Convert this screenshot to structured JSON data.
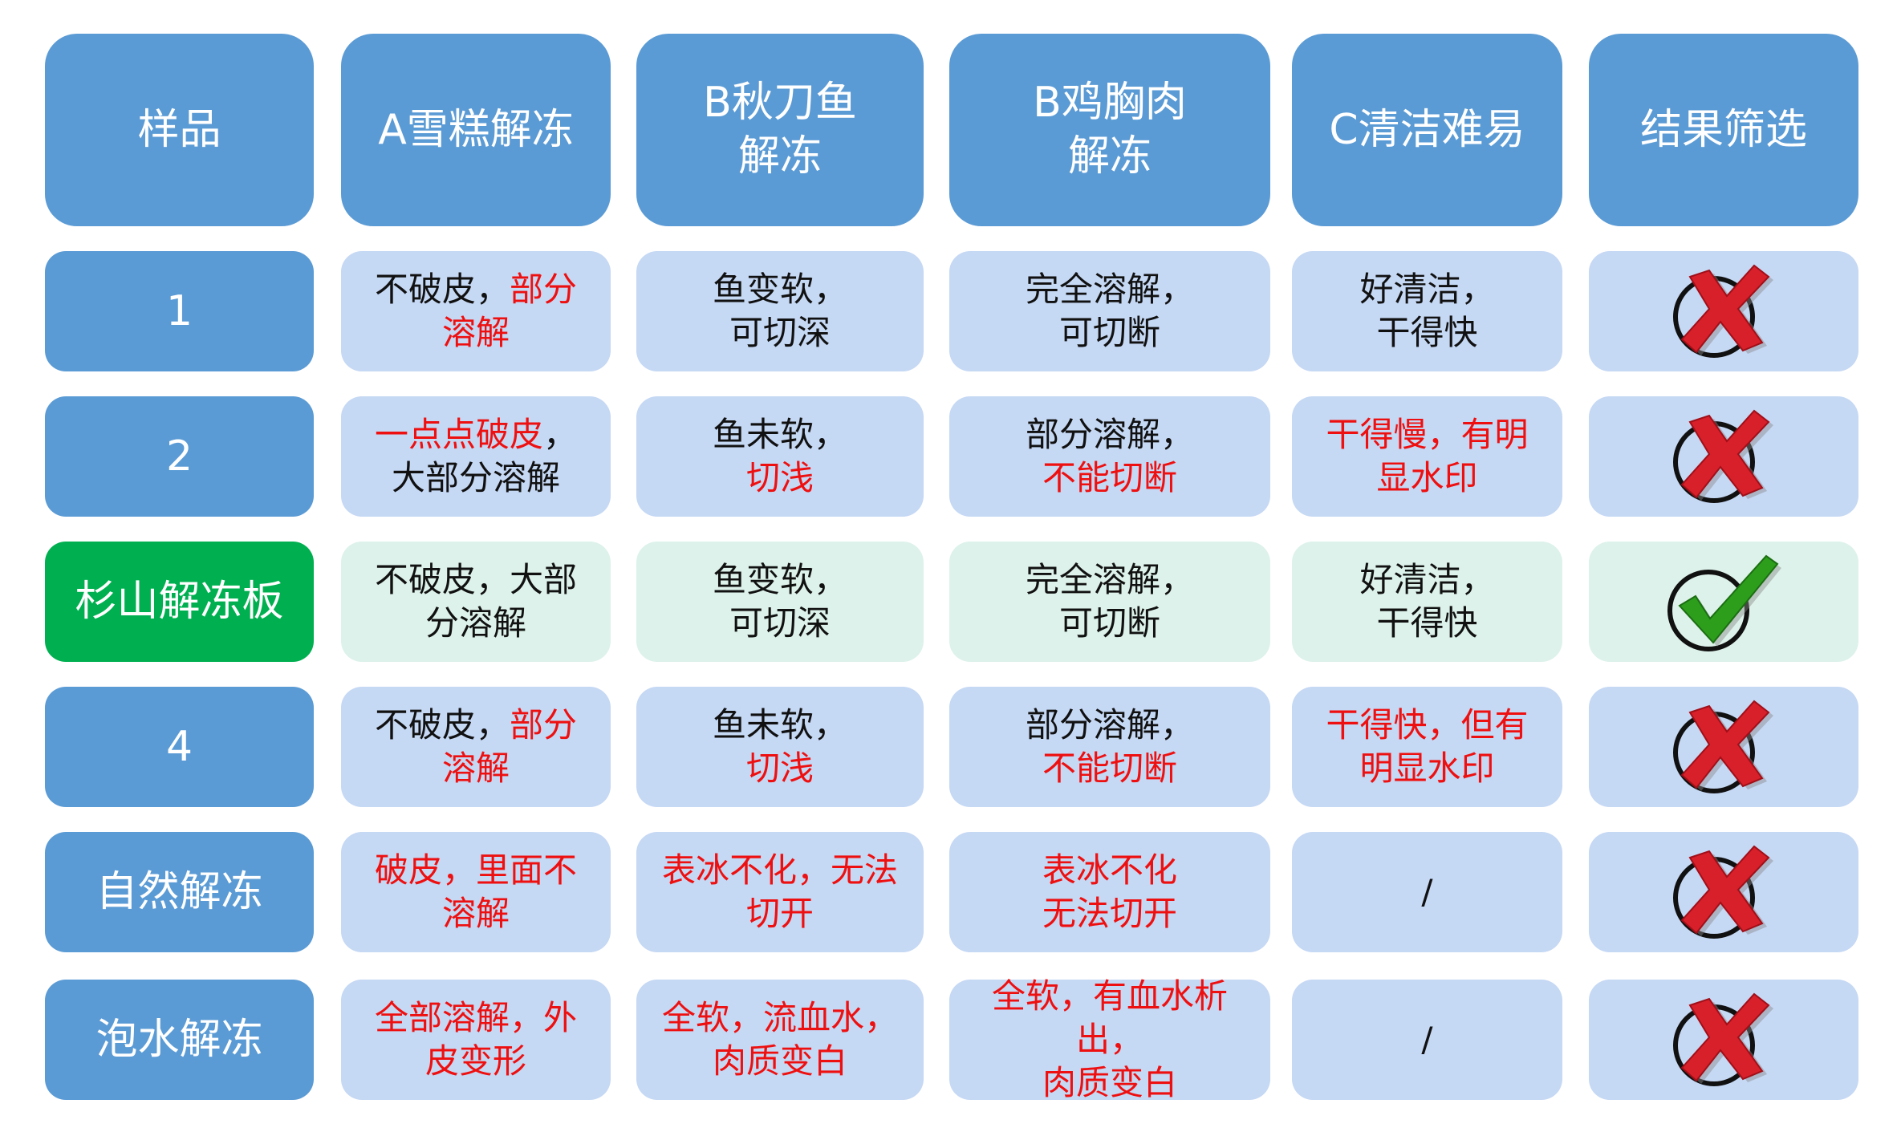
{
  "colors": {
    "header_bg": "#5b9bd5",
    "sample_bg": "#5b9bd5",
    "highlight_sample_bg": "#00b050",
    "cell_bg": "#c5d8f4",
    "highlight_cell_bg": "#ddf2ea",
    "negative_text": "#ee1010",
    "normal_text": "#111111",
    "cross_mark": "#d8202b",
    "check_mark": "#2c9e1c"
  },
  "headers": [
    "样品",
    "A雪糕解冻",
    "B秋刀鱼\n解冻",
    "B鸡胸肉\n解冻",
    "C清洁难易",
    "结果筛选"
  ],
  "rows": [
    {
      "sample": "1",
      "highlight": false,
      "cells": [
        [
          [
            {
              "text": "不破皮，",
              "red": false
            },
            {
              "text": "部分",
              "red": true
            }
          ],
          [
            {
              "text": "溶解",
              "red": true
            }
          ]
        ],
        [
          [
            {
              "text": "鱼变软，",
              "red": false
            }
          ],
          [
            {
              "text": "可切深",
              "red": false
            }
          ]
        ],
        [
          [
            {
              "text": "完全溶解，",
              "red": false
            }
          ],
          [
            {
              "text": "可切断",
              "red": false
            }
          ]
        ],
        [
          [
            {
              "text": "好清洁，",
              "red": false
            }
          ],
          [
            {
              "text": "干得快",
              "red": false
            }
          ]
        ]
      ],
      "result": "cross-icon"
    },
    {
      "sample": "2",
      "highlight": false,
      "cells": [
        [
          [
            {
              "text": "一点点破皮",
              "red": true
            },
            {
              "text": "，",
              "red": false
            }
          ],
          [
            {
              "text": "大部分溶解",
              "red": false
            }
          ]
        ],
        [
          [
            {
              "text": "鱼未软，",
              "red": false
            }
          ],
          [
            {
              "text": "切浅",
              "red": true
            }
          ]
        ],
        [
          [
            {
              "text": "部分溶解，",
              "red": false
            }
          ],
          [
            {
              "text": "不能切断",
              "red": true
            }
          ]
        ],
        [
          [
            {
              "text": "干得慢，有明",
              "red": true
            }
          ],
          [
            {
              "text": "显水印",
              "red": true
            }
          ]
        ]
      ],
      "result": "cross-icon"
    },
    {
      "sample": "杉山解冻板",
      "highlight": true,
      "cells": [
        [
          [
            {
              "text": "不破皮，大部",
              "red": false
            }
          ],
          [
            {
              "text": "分溶解",
              "red": false
            }
          ]
        ],
        [
          [
            {
              "text": "鱼变软，",
              "red": false
            }
          ],
          [
            {
              "text": "可切深",
              "red": false
            }
          ]
        ],
        [
          [
            {
              "text": "完全溶解，",
              "red": false
            }
          ],
          [
            {
              "text": "可切断",
              "red": false
            }
          ]
        ],
        [
          [
            {
              "text": "好清洁，",
              "red": false
            }
          ],
          [
            {
              "text": "干得快",
              "red": false
            }
          ]
        ]
      ],
      "result": "check-icon"
    },
    {
      "sample": "4",
      "highlight": false,
      "cells": [
        [
          [
            {
              "text": "不破皮，",
              "red": false
            },
            {
              "text": "部分",
              "red": true
            }
          ],
          [
            {
              "text": "溶解",
              "red": true
            }
          ]
        ],
        [
          [
            {
              "text": "鱼未软，",
              "red": false
            }
          ],
          [
            {
              "text": "切浅",
              "red": true
            }
          ]
        ],
        [
          [
            {
              "text": "部分溶解，",
              "red": false
            }
          ],
          [
            {
              "text": "不能切断",
              "red": true
            }
          ]
        ],
        [
          [
            {
              "text": "干得快，但有",
              "red": true
            }
          ],
          [
            {
              "text": "明显水印",
              "red": true
            }
          ]
        ]
      ],
      "result": "cross-icon"
    },
    {
      "sample": "自然解冻",
      "highlight": false,
      "cells": [
        [
          [
            {
              "text": "破皮，里面不",
              "red": true
            }
          ],
          [
            {
              "text": "溶解",
              "red": true
            }
          ]
        ],
        [
          [
            {
              "text": "表冰不化，无法",
              "red": true
            }
          ],
          [
            {
              "text": "切开",
              "red": true
            }
          ]
        ],
        [
          [
            {
              "text": "表冰不化",
              "red": true
            }
          ],
          [
            {
              "text": "无法切开",
              "red": true
            }
          ]
        ],
        [
          [
            {
              "text": "/",
              "red": false
            }
          ]
        ]
      ],
      "result": "cross-icon"
    },
    {
      "sample": "泡水解冻",
      "highlight": false,
      "cells": [
        [
          [
            {
              "text": "全部溶解，外",
              "red": true
            }
          ],
          [
            {
              "text": "皮变形",
              "red": true
            }
          ]
        ],
        [
          [
            {
              "text": "全软，流血水，",
              "red": true
            }
          ],
          [
            {
              "text": "肉质变白",
              "red": true
            }
          ]
        ],
        [
          [
            {
              "text": "全软，有血水析出，",
              "red": true
            }
          ],
          [
            {
              "text": "肉质变白",
              "red": true
            }
          ]
        ],
        [
          [
            {
              "text": "/",
              "red": false
            }
          ]
        ]
      ],
      "result": "cross-icon"
    }
  ]
}
